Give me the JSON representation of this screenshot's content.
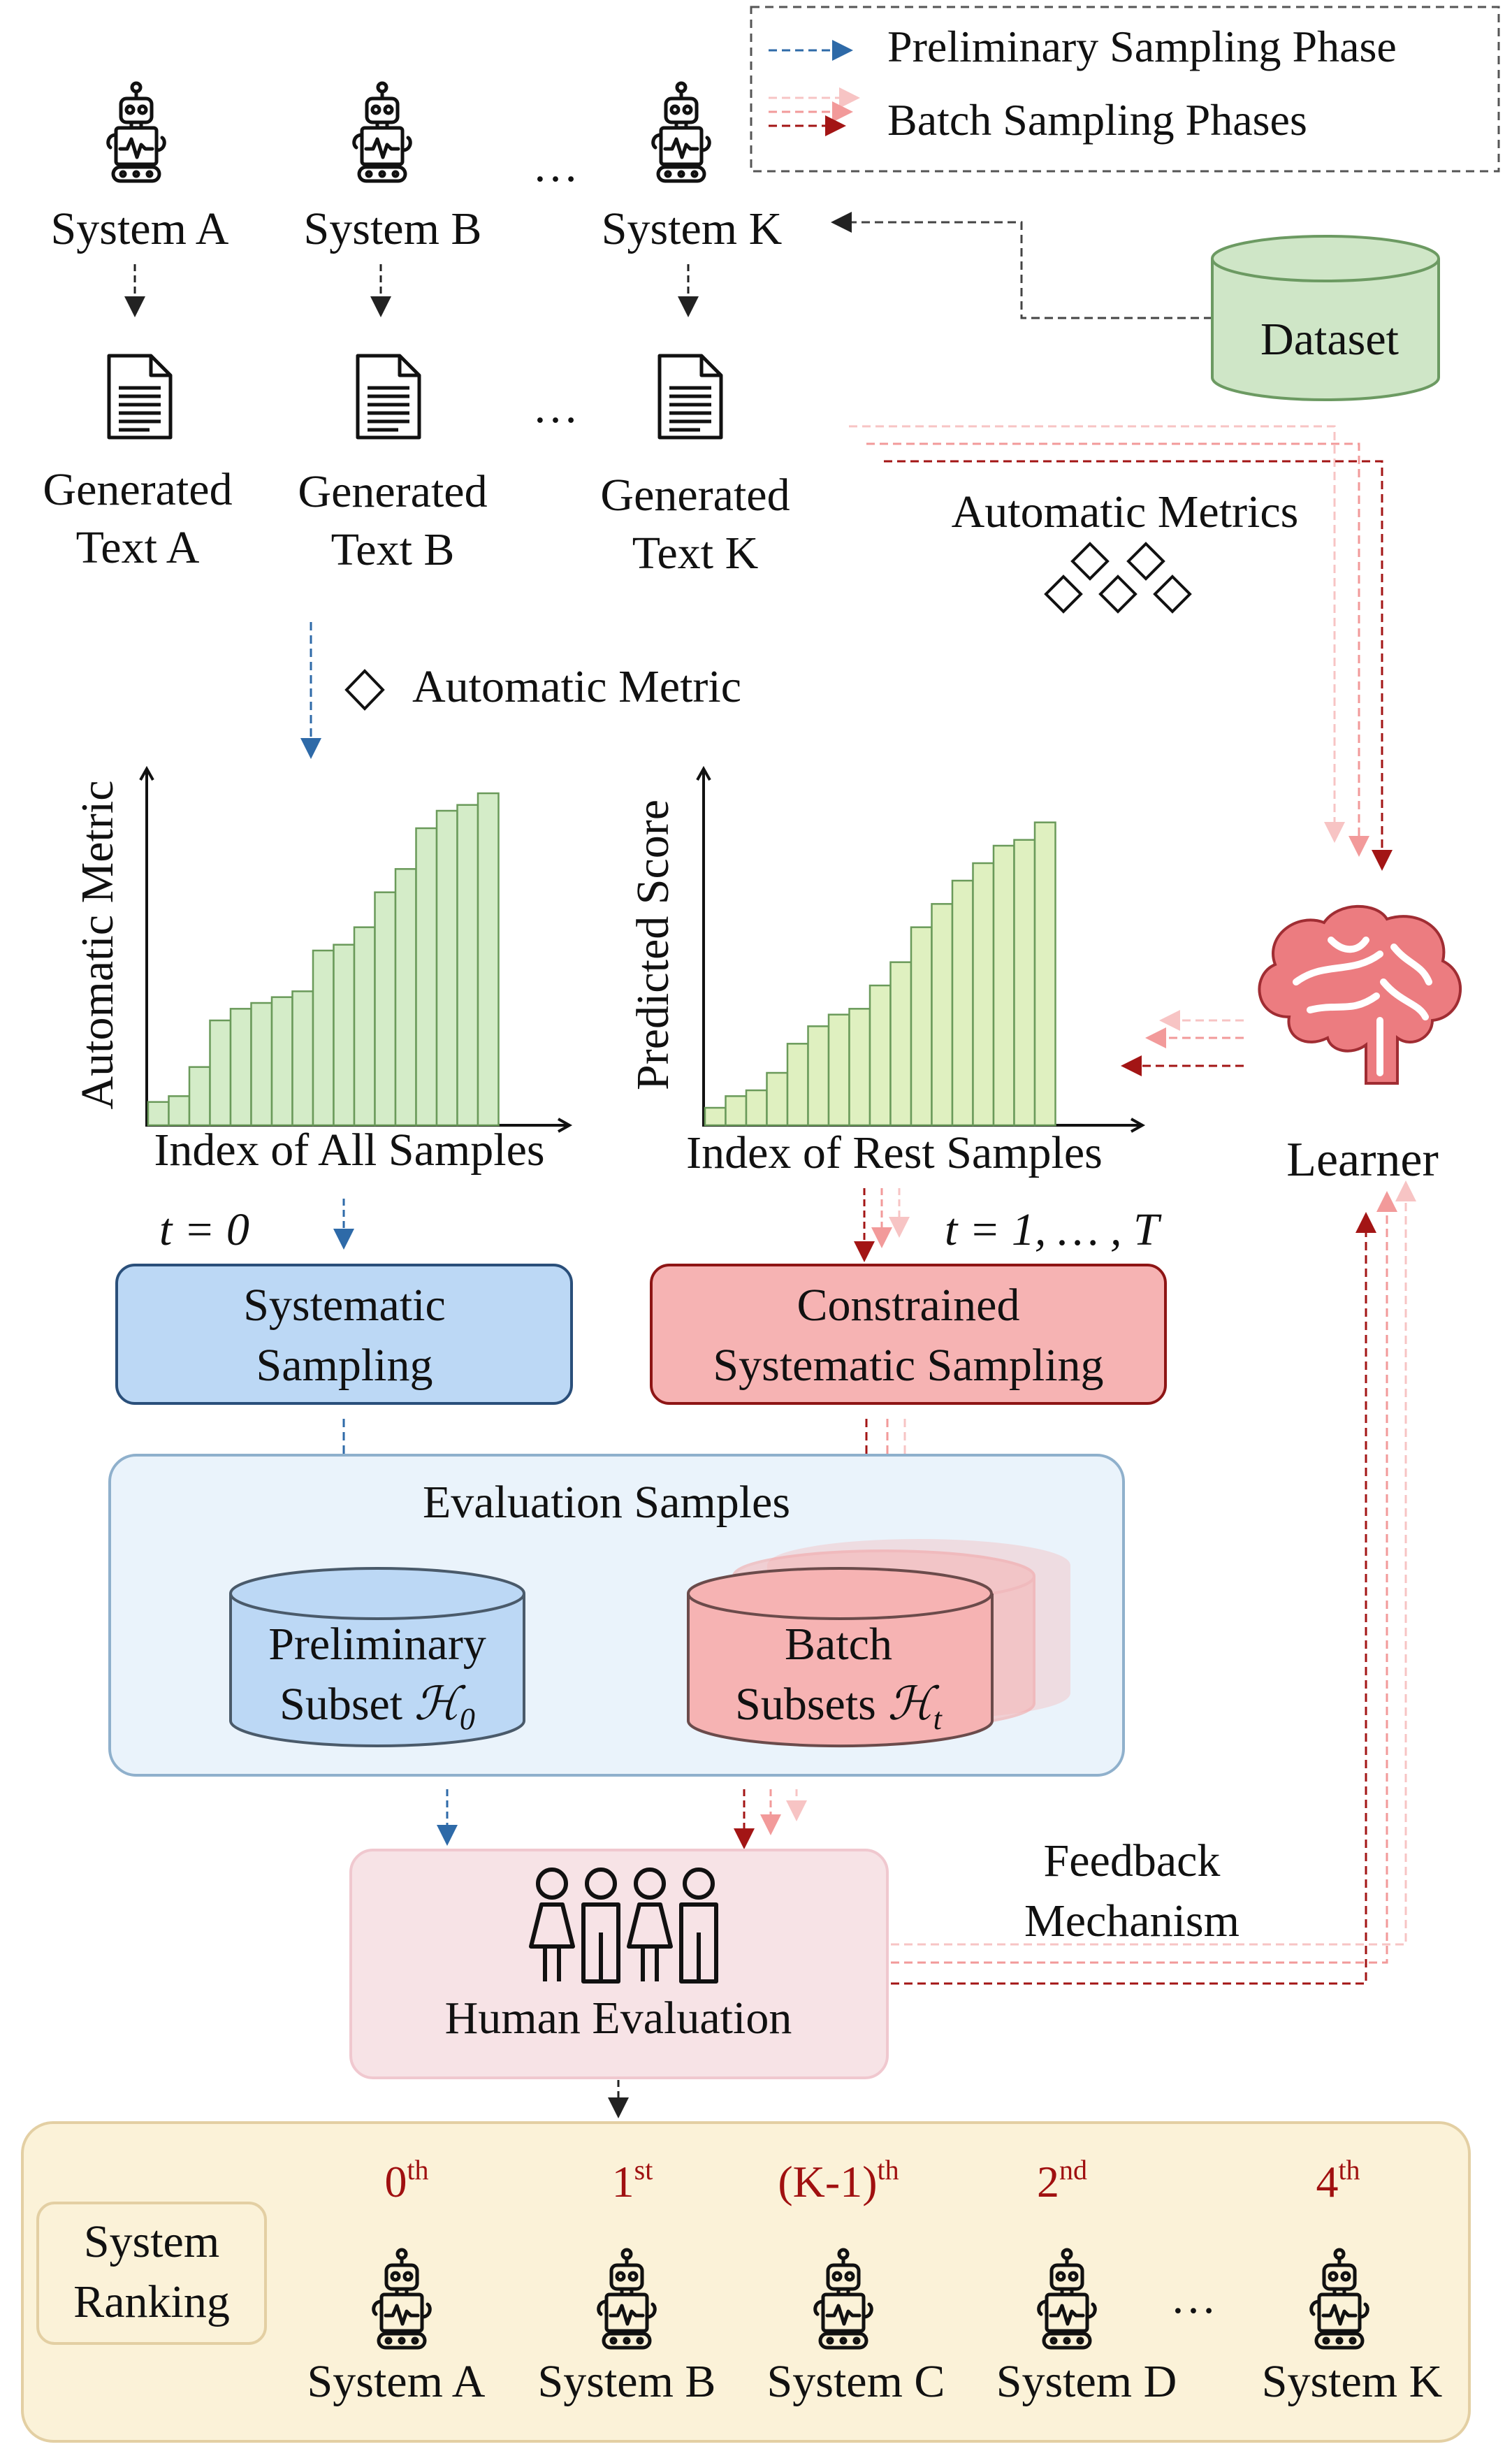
{
  "legend": {
    "preliminary": "Preliminary Sampling Phase",
    "batch": "Batch Sampling Phases"
  },
  "systems": [
    {
      "name": "System A",
      "text": [
        "Generated",
        "Text A"
      ]
    },
    {
      "name": "System B",
      "text": [
        "Generated",
        "Text B"
      ]
    },
    {
      "name": "System K",
      "text": [
        "Generated",
        "Text K"
      ]
    }
  ],
  "ellipsis": "…",
  "dataset_label": "Dataset",
  "auto_metrics_label": "Automatic Metrics",
  "auto_metric_label": "Automatic Metric",
  "chart_data": [
    {
      "type": "bar",
      "ylabel": "Automatic Metric",
      "xlabel": "Index of All Samples",
      "values": [
        4,
        5,
        10,
        18,
        20,
        21,
        22,
        23,
        30,
        31,
        34,
        40,
        44,
        51,
        54,
        55,
        57
      ],
      "color": "#d4ecc8"
    },
    {
      "type": "bar",
      "ylabel": "Predicted Score",
      "xlabel": "Index of Rest Samples",
      "values": [
        3,
        5,
        6,
        9,
        14,
        17,
        19,
        20,
        24,
        28,
        34,
        38,
        42,
        45,
        48,
        49,
        52
      ],
      "color": "#dff0c0"
    }
  ],
  "learner_label": "Learner",
  "t0_label": "t = 0",
  "t_label": "t = 1, … , T",
  "systematic_sampling": [
    "Systematic",
    "Sampling"
  ],
  "constrained_sampling": [
    "Constrained",
    "Systematic Sampling"
  ],
  "evaluation_samples": "Evaluation Samples",
  "preliminary_subset": [
    "Preliminary",
    "Subset"
  ],
  "preliminary_symbol": "ℋ",
  "preliminary_sub": "0",
  "batch_subsets": [
    "Batch",
    "Subsets"
  ],
  "batch_symbol": "ℋ",
  "batch_sub": "t",
  "feedback": [
    "Feedback",
    "Mechanism"
  ],
  "human_evaluation": "Human Evaluation",
  "system_ranking": [
    "System",
    "Ranking"
  ],
  "ranking": [
    {
      "rank": "0",
      "suffix": "th",
      "system": "System A"
    },
    {
      "rank": "1",
      "suffix": "st",
      "system": "System B"
    },
    {
      "rank": "(K-1)",
      "suffix": "th",
      "system": "System C"
    },
    {
      "rank": "2",
      "suffix": "nd",
      "system": "System D"
    },
    {
      "rank": "4",
      "suffix": "th",
      "system": "System K"
    }
  ],
  "colors": {
    "blue_arrow": "#2e6aa8",
    "dark_red": "#a31515",
    "pink": "#f29a9a",
    "light_pink": "#f7c4c4",
    "systematic_fill": "#bcd8f5",
    "constrained_fill": "#f6b3b3",
    "eval_fill": "#eaf3fb",
    "human_fill": "#f7e3e6",
    "ranking_fill": "#fbf2d8",
    "dataset_fill": "#cfe6c7"
  }
}
